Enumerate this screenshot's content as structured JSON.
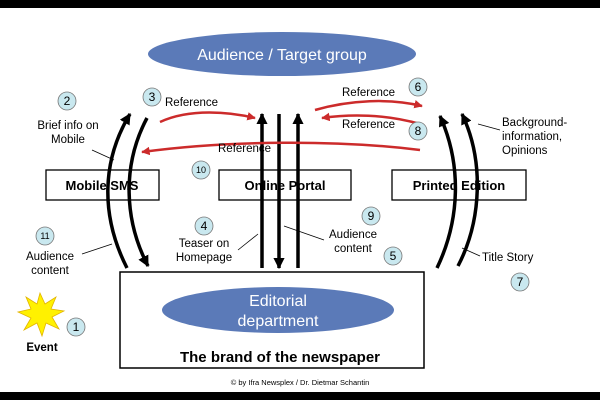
{
  "audience_label": "Audience / Target group",
  "boxes": {
    "mobile": "Mobile/SMS",
    "portal": "Online Portal",
    "printed": "Printed Edition"
  },
  "editorial": {
    "line1": "Editorial",
    "line2": "department",
    "brand": "The brand of the newspaper"
  },
  "labels": {
    "brief_l1": "Brief info on",
    "brief_l2": "Mobile",
    "reference_3": "Reference",
    "reference_6": "Reference",
    "reference_8": "Reference",
    "reference_10": "Reference",
    "background_l1": "Background-",
    "background_l2": "information,",
    "background_l3": "Opinions",
    "teaser_l1": "Teaser on",
    "teaser_l2": "Homepage",
    "audience_content_r_l1": "Audience",
    "audience_content_r_l2": "content",
    "audience_content_l_l1": "Audience",
    "audience_content_l_l2": "content",
    "title_story": "Title Story",
    "event": "Event"
  },
  "numbers": [
    "1",
    "2",
    "3",
    "4",
    "5",
    "6",
    "7",
    "8",
    "9",
    "10",
    "11"
  ],
  "credit": "© by Ifra Newsplex / Dr. Dietmar Schantin",
  "colors": {
    "circle_fill": "#c9e8ef",
    "ellipse_fill": "#5b7ab8",
    "red_arrow": "#cc2b2b",
    "star_fill": "#fff100"
  }
}
